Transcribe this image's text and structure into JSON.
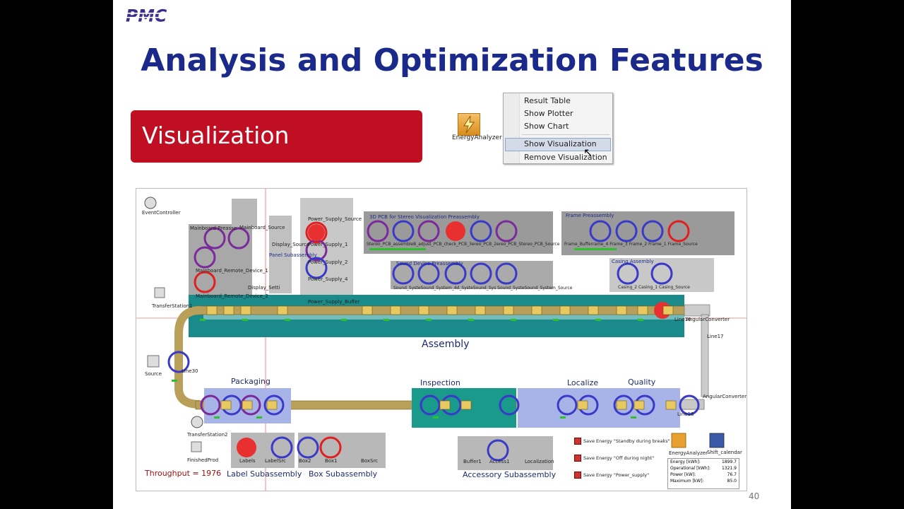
{
  "slide": {
    "title": "Analysis and Optimization Features",
    "logo": "PMC",
    "section_label": "Visualization",
    "page_number": "40"
  },
  "context_menu": {
    "icon_label": "EnergyAnalyzer",
    "items": [
      "Result Table",
      "Show Plotter",
      "Show Chart",
      "Show Visualization",
      "Remove Visualization"
    ],
    "highlighted": "Show Visualization"
  },
  "model": {
    "top_labels": {
      "event_controller": "EventController",
      "transfer_station_1": "TransferStation1",
      "transfer_station_2": "TransferStation2",
      "source": "Source",
      "line30": "Line30",
      "finished_prod": "FinishedProd",
      "mainboard_preassembly": "Mainboard Preasse",
      "mainboard_source": "Mainboard_Source",
      "display_source": "Display_Source",
      "panel_subassembly": "Panel Subassembly",
      "display_setting": "Display_Setti",
      "mainboard_remote_1": "Mainboard_Remote_Device_1",
      "mainboard_remote_2": "Mainboard_Remote_Device_2",
      "power_supply_source": "Power_Supply_Source",
      "power_supply_1": "Power_Supply_1",
      "power_supply_2": "Power_Supply_2",
      "power_supply_4": "Power_Supply_4",
      "power_supply_buffer": "Power_Supply_Buffer",
      "stereo_header": "3D PCB for Stereo Visualization Preassembly",
      "stereo_row": "Stereo_PCB_assembleB_adjust_PCB_check_PCB_3ereo_PCB_2ereo_PCB_Stereo_PCB_Source",
      "sound_header": "Sound Device Preassembly",
      "sound_row": "Sound_SysteSound_System_4d_SysteSound_Sys Sound_SysteSound_System_Source",
      "frame_header": "Frame Preassembly",
      "frame_row": "Frame_Bufferrame_4   Frame_3   Frame_2   Frame_1   Frame_Source",
      "casing_header": "Casing Assembly",
      "casing_row": "Casing_2   Casing_1   Casing_Source",
      "angular_1": "AngularConverter",
      "angular_2": "AngularConverter1",
      "line16": "Line16",
      "line17": "Line17",
      "line18": "Line18"
    },
    "areas": {
      "assembly": "Assembly",
      "packaging": "Packaging",
      "inspection": "Inspection",
      "localize": "Localize",
      "quality": "Quality",
      "label_sub": "Label Subassembly",
      "box_sub": "Box Subassembly",
      "accessory_sub": "Accessory Subassembly"
    },
    "bottom_labels": {
      "labels": "Labels",
      "label_src": "LabelSrc",
      "box2": "Box2",
      "box1": "Box1",
      "box_src": "BoxSrc",
      "buffer1": "Buffer1",
      "access1": "Access1",
      "localization": "Localization"
    },
    "throughput": "Throughput = 1976",
    "save_energy": [
      "Save Energy \"Standby during breaks\"",
      "Save Energy \"Off during night\"",
      "Save Energy \"Power_supply\""
    ],
    "energy_analyzer_label": "EnergyAnalyzer",
    "shift_calendar_label": "Shift_calendar",
    "stats": [
      {
        "label": "Energy [kWh]:",
        "value": "1899.7"
      },
      {
        "label": "Operational [kWh]:",
        "value": "1321.9"
      },
      {
        "label": "Power [kW]:",
        "value": "76.7"
      },
      {
        "label": "Maximum [kW]:",
        "value": "85.0"
      }
    ]
  },
  "colors": {
    "title": "#1b2a8a",
    "section_bg": "#c00f23",
    "conveyor": "#b8a05a",
    "teal": "#1a8a8a",
    "blue_ring": "#3a3ac8",
    "red_ring": "#e02020",
    "purple_ring": "#7a2a9a"
  }
}
